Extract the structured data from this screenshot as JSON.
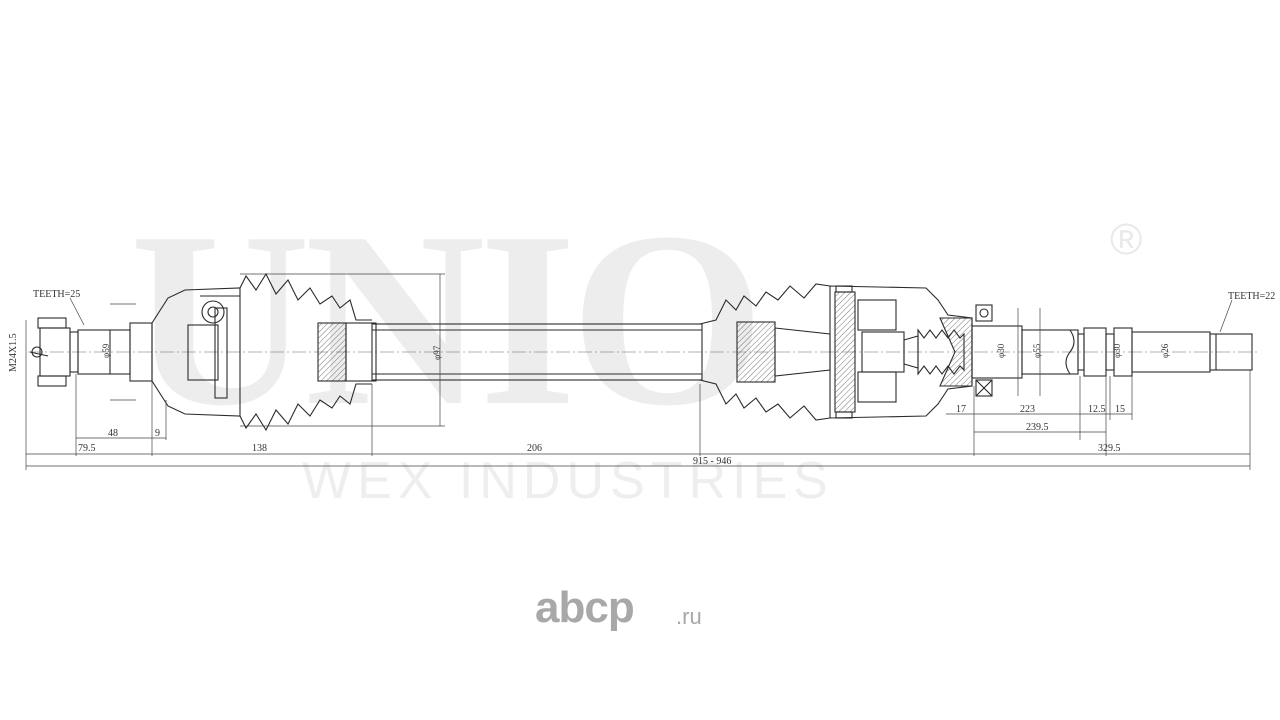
{
  "watermark": {
    "logo": "UNIO",
    "registered": "®",
    "company": "WEX INDUSTRIES"
  },
  "brand": {
    "name": "abcp",
    "tld": ".ru"
  },
  "labels": {
    "teeth_left": "TEETH=25",
    "teeth_right": "TEETH=22",
    "thread": "M24X1.5",
    "d_left_stub": "φ59",
    "d_shaft": "φ97",
    "d_right_30a": "φ30",
    "d_right_55": "φ55",
    "d_right_30b": "φ30",
    "d_right_26": "φ26"
  },
  "dimensions": {
    "d48": "48",
    "d9": "9",
    "d79_5": "79.5",
    "d138": "138",
    "d206": "206",
    "total": "915 - 946",
    "d17": "17",
    "d223": "223",
    "d12_5": "12.5",
    "d15": "15",
    "d239_5": "239.5",
    "d329_5": "329.5"
  }
}
